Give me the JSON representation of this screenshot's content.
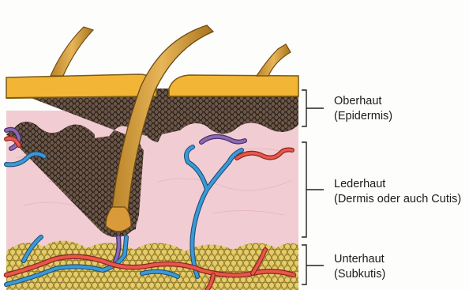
{
  "labels": {
    "epidermis": {
      "name": "Oberhaut",
      "detail": "(Epidermis)"
    },
    "dermis": {
      "name": "Lederhaut",
      "detail": "(Dermis oder auch Cutis)"
    },
    "subkutis": {
      "name": "Unterhaut",
      "detail": "(Subkutis)"
    }
  },
  "colors": {
    "hair": "#d9a441",
    "epidermis_surface": "#f2b535",
    "epidermis_cells": "#4a3a32",
    "dermis": "#f1ccd2",
    "fat": "#dcc35a",
    "artery": "#e8574a",
    "vein": "#3a9ad6",
    "lymph": "#8a6bb3",
    "bracket": "#222222"
  }
}
